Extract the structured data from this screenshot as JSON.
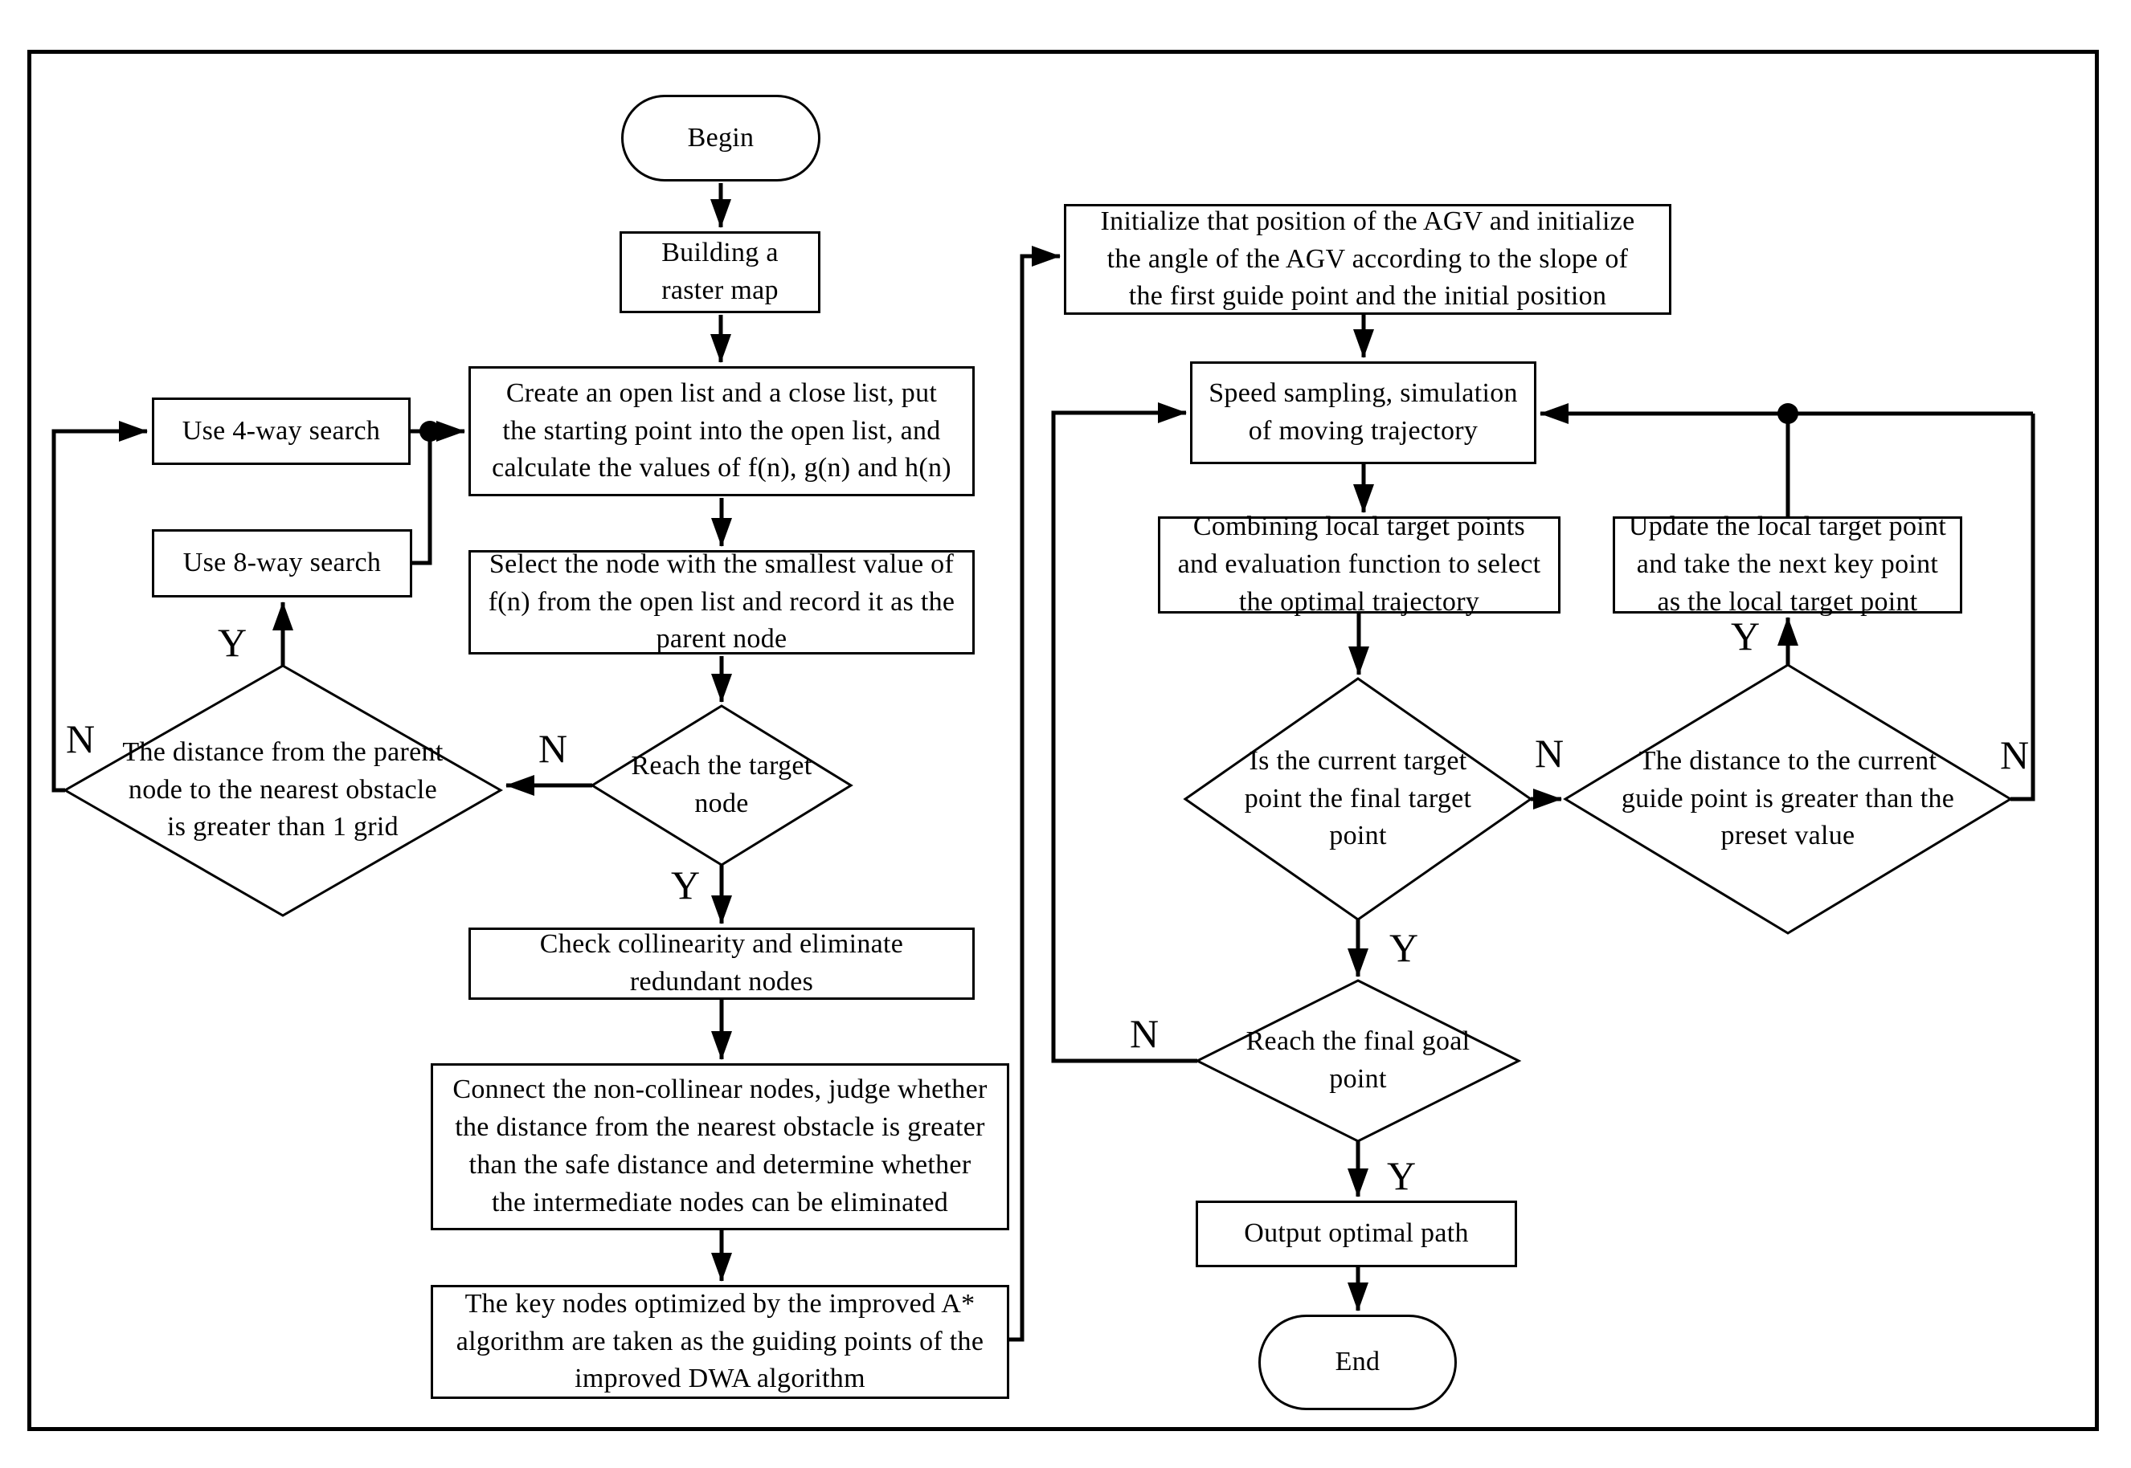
{
  "diagram": {
    "colors": {
      "line": "#000000",
      "background": "#ffffff"
    },
    "edge_labels": {
      "yes": "Y",
      "no": "N"
    },
    "nodes": {
      "begin": "Begin",
      "build_map": "Building a\nraster map",
      "create_lists": "Create an open list and a close list, put\nthe starting point into the open list, and\ncalculate the values of f(n), g(n) and h(n)",
      "use_4way": "Use 4-way search",
      "use_8way": "Use 8-way search",
      "select_node": "Select the node with the smallest value of\nf(n) from the open list and record it as the\nparent node",
      "reach_target": "Reach the target\nnode",
      "distance_parent": "The distance from the parent\nnode to the nearest obstacle\nis greater than 1 grid",
      "check_collinearity": "Check collinearity and eliminate\nredundant nodes",
      "connect_nodes": "Connect the non-collinear nodes, judge whether\nthe distance from the nearest obstacle is greater\nthan the safe distance and determine whether\nthe intermediate nodes can be eliminated",
      "key_nodes": "The key nodes optimized by the improved A*\nalgorithm are taken as the guiding points of the\nimproved DWA algorithm",
      "initialize": "Initialize that position of the AGV and initialize\nthe angle of the AGV according to the slope of\nthe first guide point and the initial position",
      "speed_sampling": "Speed sampling, simulation\nof moving trajectory",
      "combining": "Combining local target points\nand evaluation function to select\nthe optimal trajectory",
      "update_target": "Update the local target point\nand take the next key point\nas the local target point",
      "is_current_target": "Is the current target\npoint the final target\npoint",
      "distance_guide": "The distance to the current\nguide point is greater than the\npreset value",
      "reach_final": "Reach the final goal\npoint",
      "output_path": "Output optimal path",
      "end": "End"
    }
  }
}
